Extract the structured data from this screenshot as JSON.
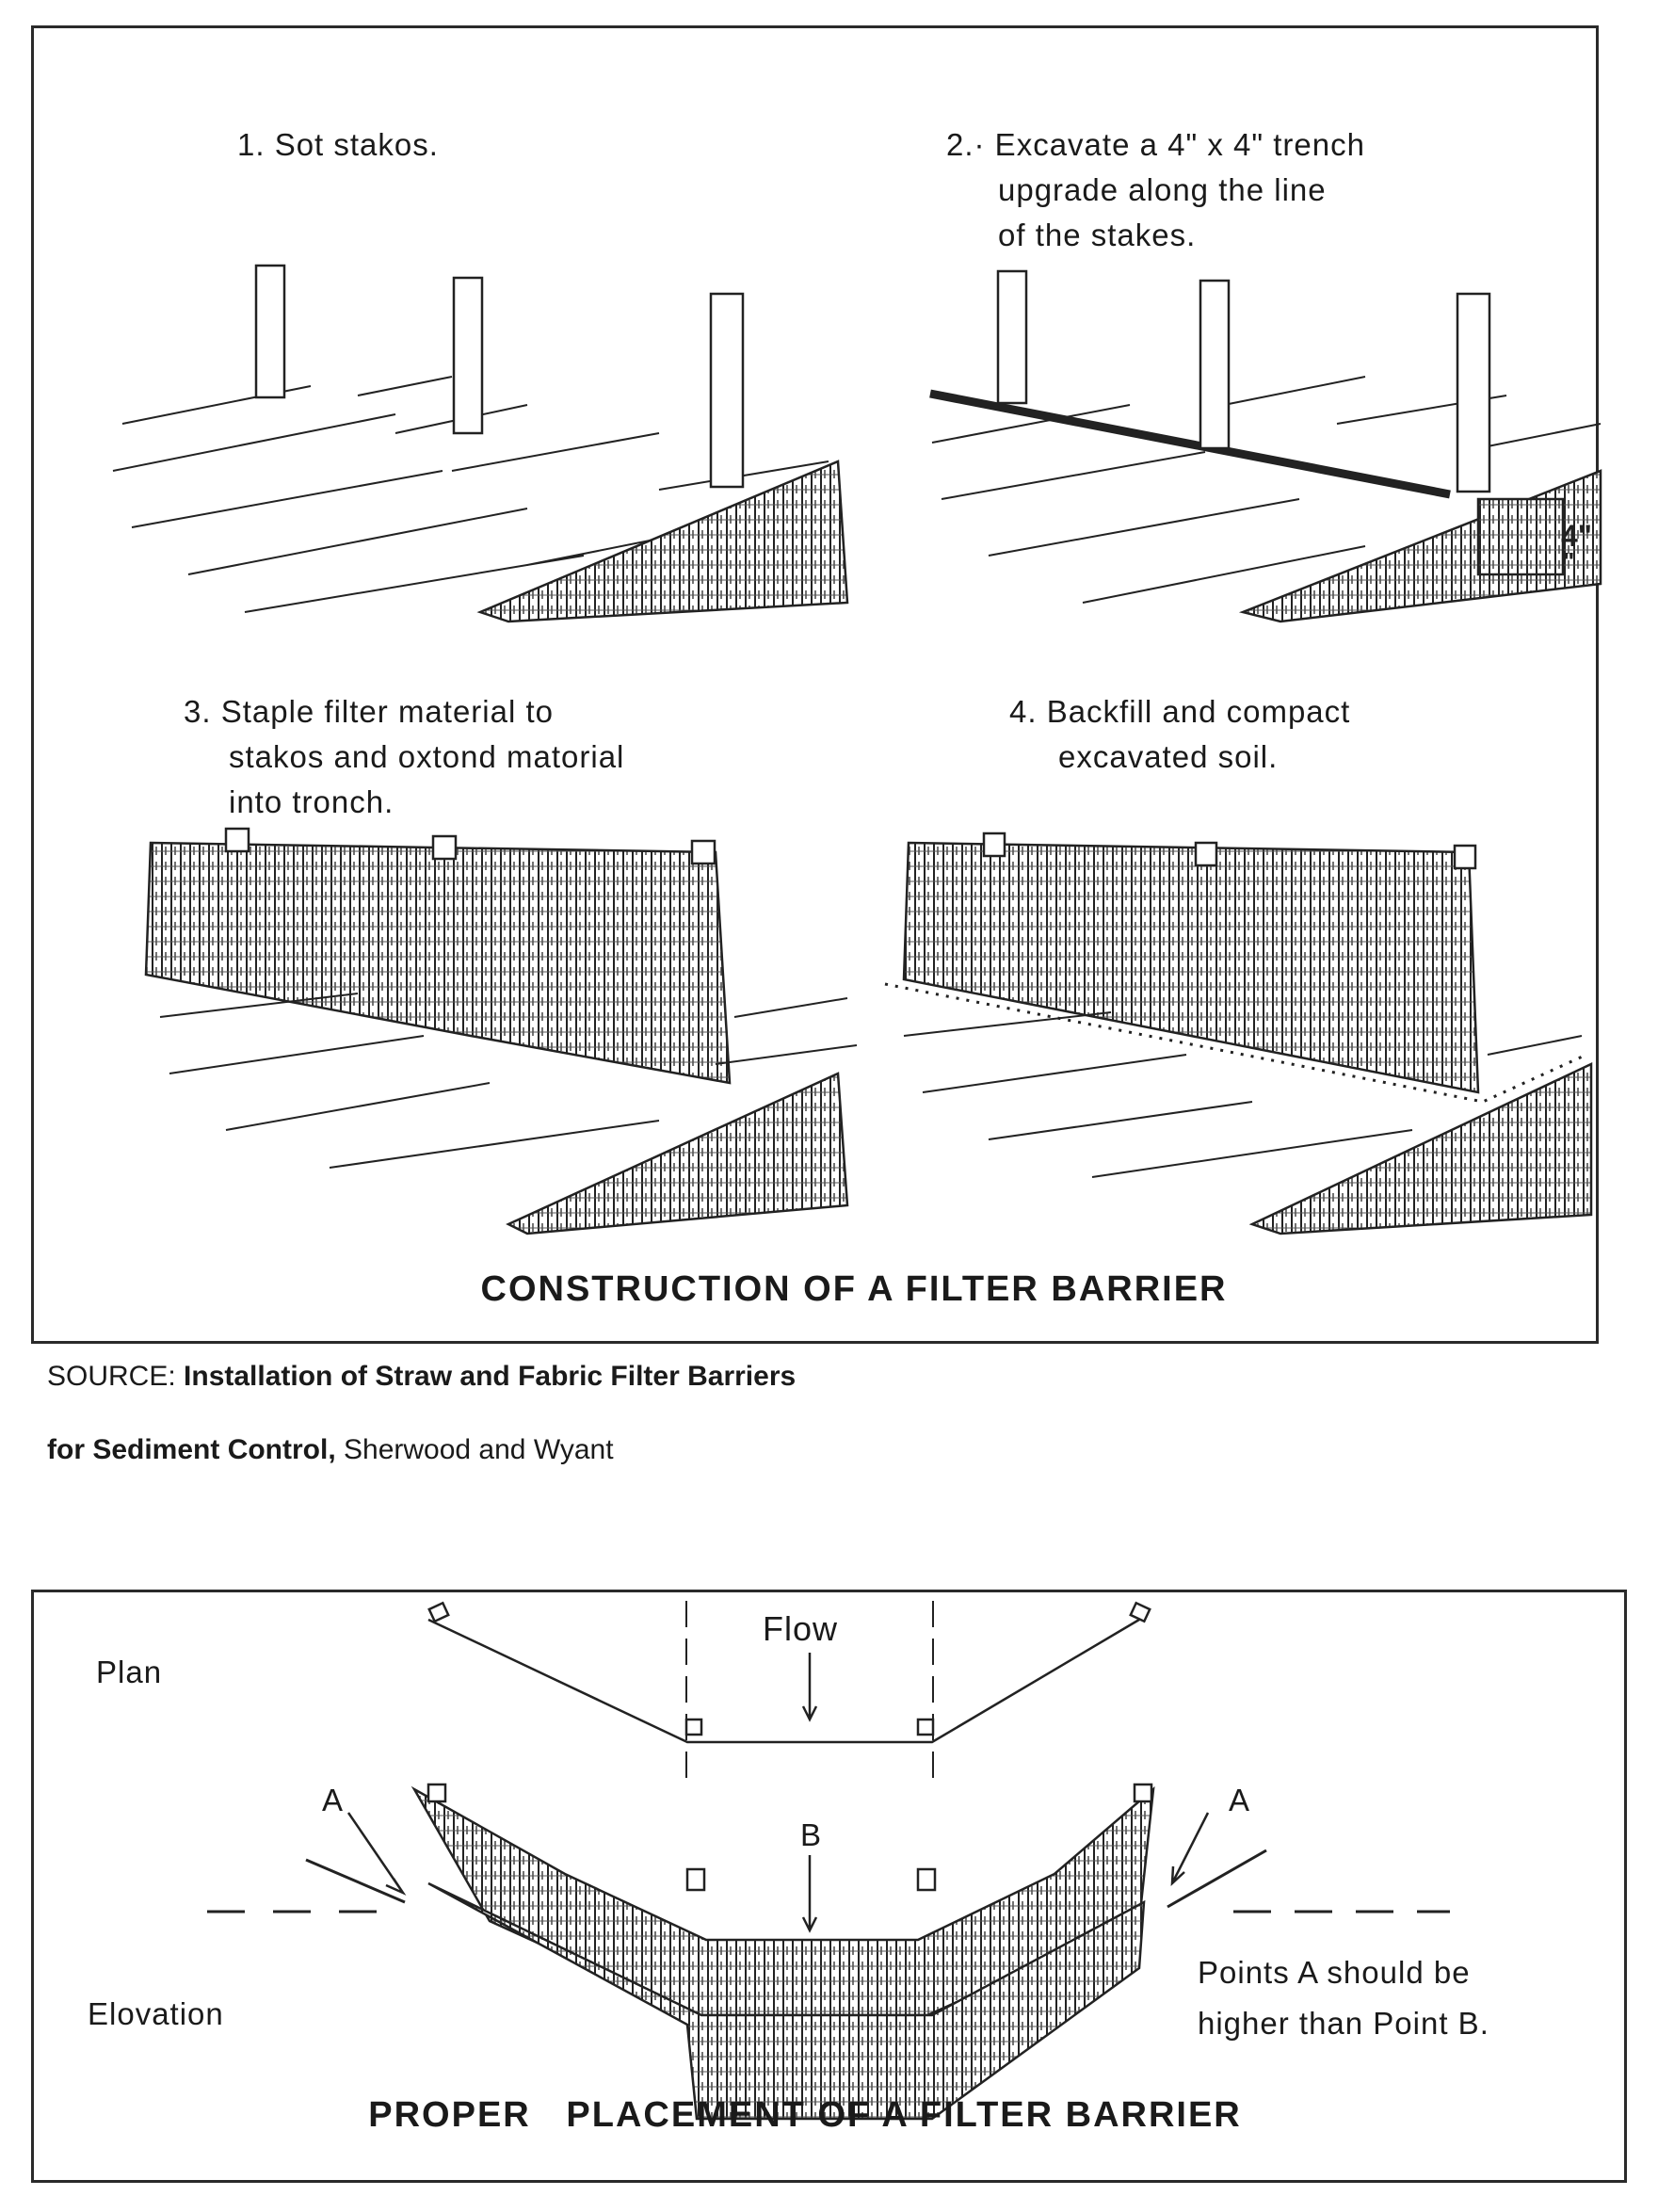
{
  "construction": {
    "steps": [
      {
        "lines": [
          "1. Sot stakos."
        ]
      },
      {
        "lines": [
          "2.· Excavate a 4\" x 4\" trench",
          "upgrade along the line",
          "of the stakes."
        ]
      },
      {
        "lines": [
          "3. Staple filter material to",
          "stakos and oxtond matorial",
          "into tronch."
        ]
      },
      {
        "lines": [
          "4. Backfill and compact",
          "excavated soil."
        ]
      }
    ],
    "dimension_label_1": "4\"",
    "dimension_label_2": "\"",
    "title": "CONSTRUCTION OF A FILTER BARRIER"
  },
  "source": {
    "prefix": "SOURCE: ",
    "bold_1": "Installation of Straw and Fabric Filter Barriers",
    "bold_2": "for Sediment Control,",
    "authors": " Sherwood and Wyant"
  },
  "placement": {
    "plan_label": "Plan",
    "flow_label": "Flow",
    "elevation_label": "Elovation",
    "point_a_left": "A",
    "point_a_right": "A",
    "point_b": "B",
    "note_lines": [
      "Points A should be",
      "higher than Point B."
    ],
    "title": "PROPER   PLACEMENT OF A FILTER BARRIER"
  }
}
